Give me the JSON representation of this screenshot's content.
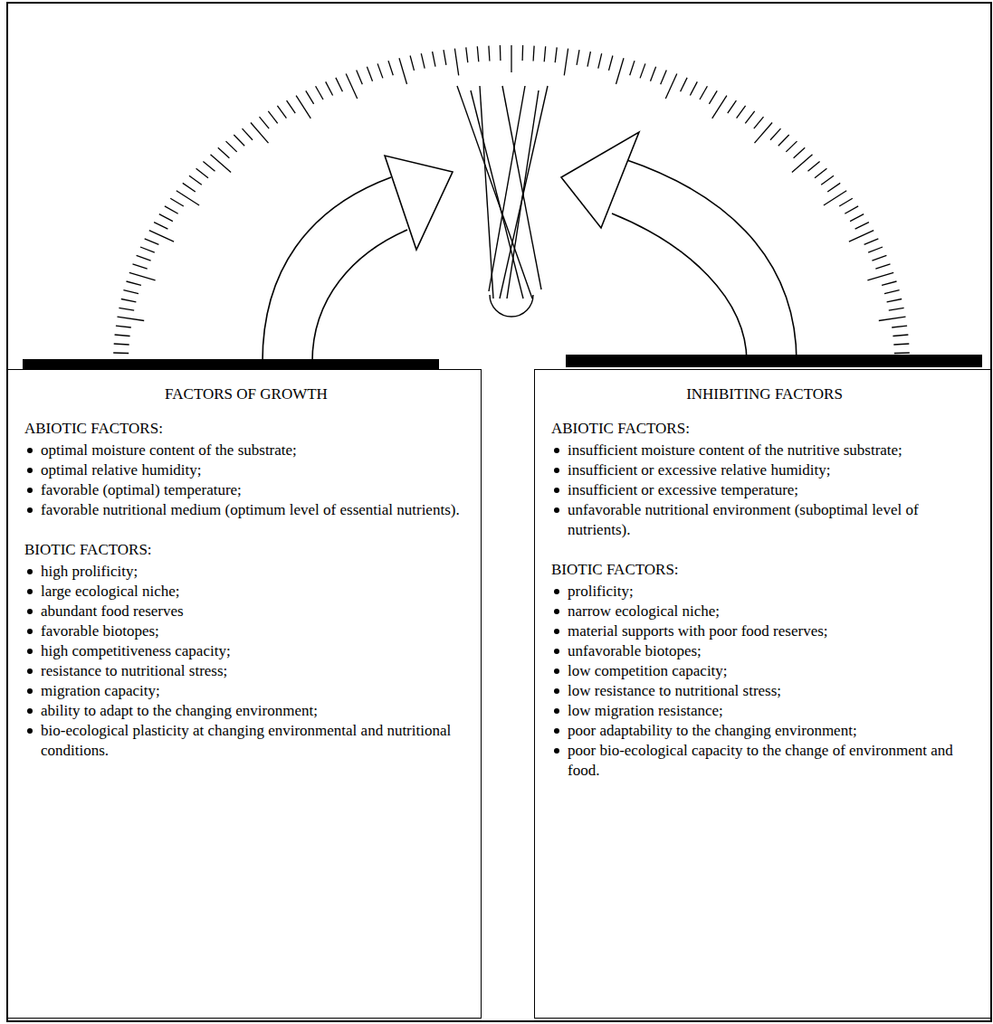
{
  "diagram": {
    "nodes": [
      {
        "text": [
          "FACTORS OF GROWTH",
          "ABIOTIC FACTORS:",
          "optimal moisture content of the substrate;",
          "optimal relative humidity;",
          "favorable (optimal) temperature;",
          "favorable nutritional medium (optimum level of essential nutrients).",
          "BIOTIC FACTORS:",
          "high prolificity;",
          "large ecological niche;",
          "abundant food reserves",
          "favorable biotopes;",
          "high competitiveness capacity;",
          "resistance to nutritional stress;",
          "migration capacity;",
          "ability to adapt to the changing environment;",
          "bio-ecological plasticity at changing environmental and nutritional conditions."
        ]
      },
      {
        "text": [
          "INHIBITING FACTORS",
          "ABIOTIC FACTORS:",
          "insufficient moisture content of the nutritive substrate;",
          "insufficient or excessive relative humidity;",
          "insufficient or excessive temperature;",
          "unfavorable nutritional environment (suboptimal level of nutrients).",
          "BIOTIC FACTORS:",
          "prolificity;",
          "narrow ecological niche;",
          "material supports with poor food reserves;",
          "unfavorable biotopes;",
          "low competition capacity;",
          "low resistance to nutritional stress;",
          "low migration resistance;",
          "poor adaptability to the changing environment;",
          "poor bio-ecological capacity to the change of environment and food."
        ]
      }
    ]
  }
}
